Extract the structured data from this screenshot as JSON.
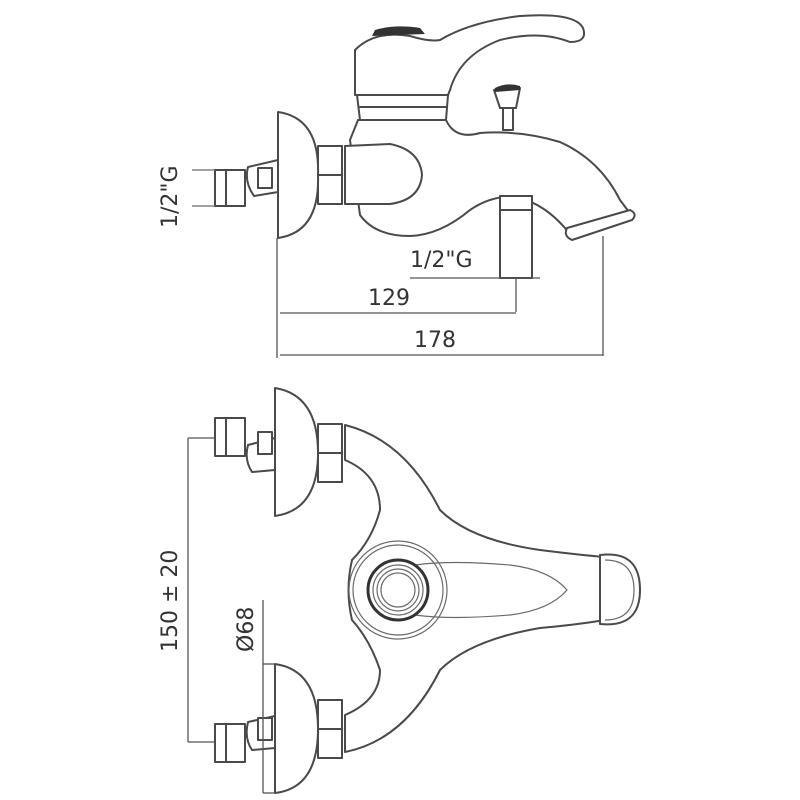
{
  "diagram": {
    "type": "technical-drawing",
    "subject": "bath mixer faucet",
    "views": [
      {
        "name": "side-view",
        "dimensions": {
          "inlet_thread": "1/2\"G",
          "outlet_thread": "1/2\"G",
          "outlet_offset": "129",
          "total_length": "178"
        }
      },
      {
        "name": "top-view",
        "dimensions": {
          "inlet_spacing": "150 ± 20",
          "escutcheon_diameter": "Ø68"
        }
      }
    ]
  },
  "labels": {
    "side_inlet_thread": "1/2\"G",
    "side_outlet_thread": "1/2\"G",
    "dim_129": "129",
    "dim_178": "178",
    "dim_spacing": "150 ± 20",
    "dim_diameter": "Ø68"
  },
  "colors": {
    "line": "#4a4a4a",
    "background": "#ffffff",
    "text": "#333333"
  }
}
